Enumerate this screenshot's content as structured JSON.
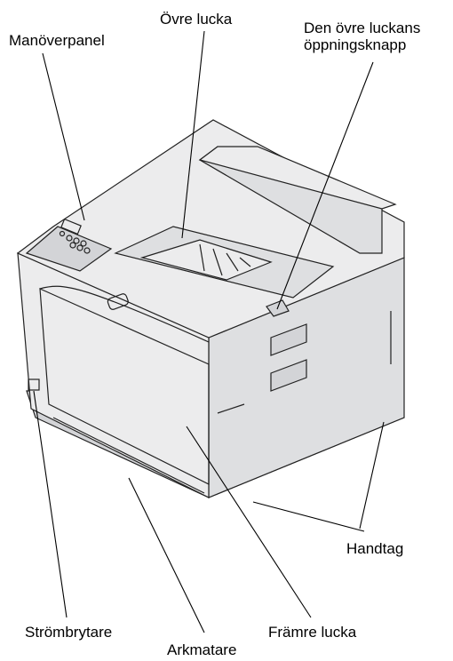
{
  "labels": {
    "control_panel": "Manöverpanel",
    "top_cover": "Övre lucka",
    "top_cover_release_line1": "Den övre luckans",
    "top_cover_release_line2": "öppningsknapp",
    "handles": "Handtag",
    "power_switch": "Strömbrytare",
    "paper_feeder": "Arkmatare",
    "front_cover": "Främre lucka"
  },
  "colors": {
    "printer_body": "#ececed",
    "printer_shadow": "#d3d4d7",
    "outline": "#222222",
    "leader_line": "#000000"
  }
}
